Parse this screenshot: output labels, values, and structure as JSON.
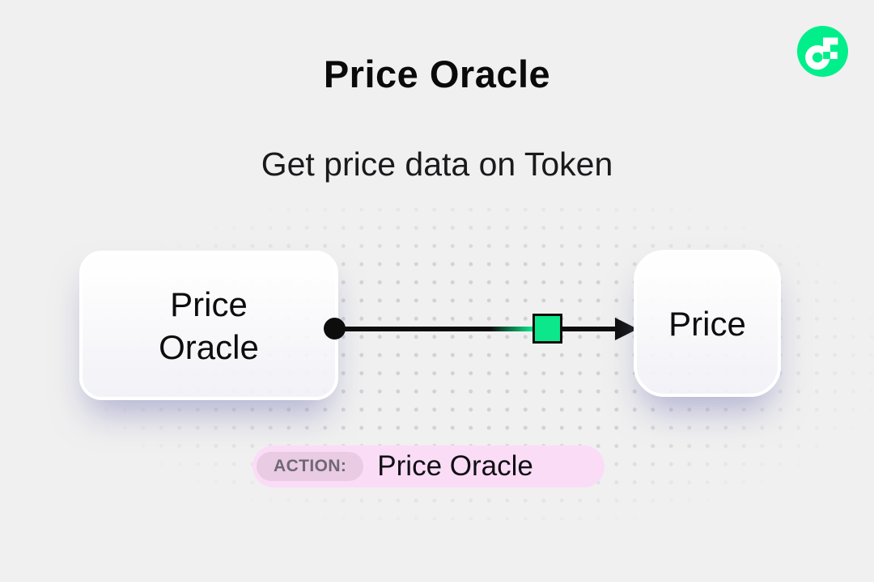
{
  "header": {
    "title": "Price Oracle",
    "subtitle": "Get price data on Token"
  },
  "logo": {
    "name": "Flow",
    "color": "#00EF8B"
  },
  "diagram": {
    "source_node": {
      "label": "Price\nOracle"
    },
    "target_node": {
      "label": "Price"
    },
    "connector": {
      "start": "dot",
      "end": "arrowhead",
      "marker": "green-square"
    },
    "action_pill": {
      "badge": "ACTION:",
      "label": "Price Oracle"
    }
  },
  "colors": {
    "background": "#F0F0F0",
    "accent_green": "#00EF8B",
    "marker_green": "#0CE78B",
    "pill_bg": "#FBDCF7",
    "badge_bg": "#E9CBE3",
    "badge_text": "#6F6875",
    "dot_grid": "#D2D2D6",
    "ink": "#0D0D0D"
  }
}
